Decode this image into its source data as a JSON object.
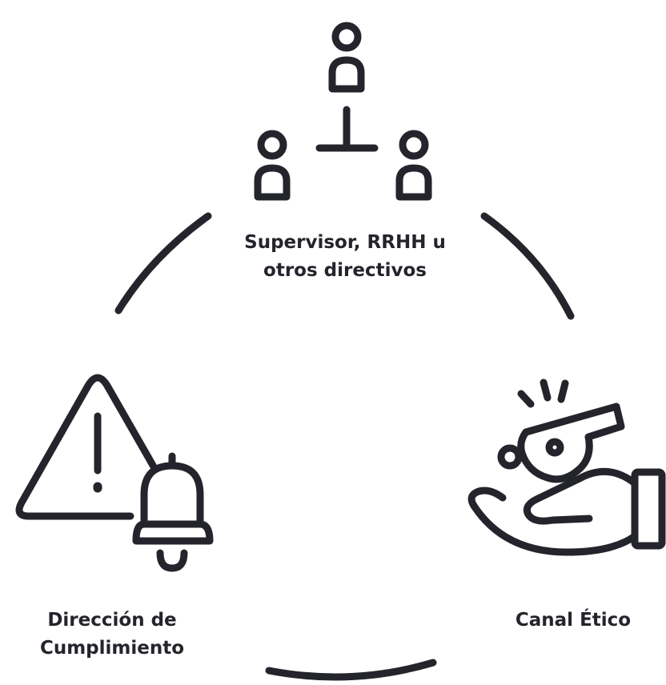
{
  "colors": {
    "ink": "#24242c",
    "background": "#ffffff"
  },
  "nodes": {
    "top": {
      "icon": "org-chart-icon",
      "line1": "Supervisor, RRHH u",
      "line2": "otros directivos"
    },
    "left": {
      "icon": "warning-bell-icon",
      "line1": "Dirección de",
      "line2": "Cumplimiento"
    },
    "right": {
      "icon": "whistle-hand-icon",
      "line1": "Canal Ético"
    }
  }
}
